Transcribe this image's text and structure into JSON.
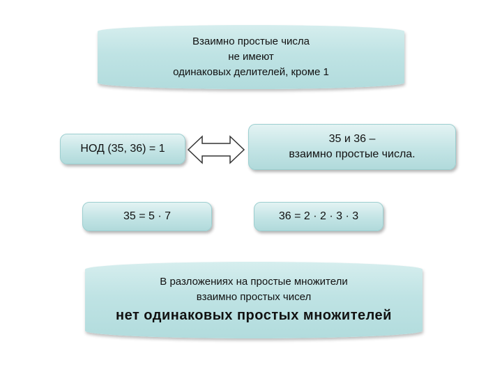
{
  "top_box": {
    "line1": "Взаимно простые числа",
    "line2": "не имеют",
    "line3": "одинаковых делителей, кроме 1"
  },
  "gcd_box": {
    "text": "НОД (35, 36) = 1"
  },
  "right_box": {
    "line1": "35 и 36 –",
    "line2": "взаимно простые числа."
  },
  "factor_35": {
    "text": "35 = 5 · 7"
  },
  "factor_36": {
    "text": "36 = 2 · 2 · 3 · 3"
  },
  "bottom_box": {
    "line1": "В разложениях на простые множители",
    "line2": "взаимно простых чисел",
    "line3": "нет одинаковых простых множителей"
  },
  "colors": {
    "box_fill": "#bfe3e4",
    "box_border": "#9ccfd0",
    "text": "#111111"
  },
  "icons": {
    "connector": "double-arrow-icon"
  }
}
